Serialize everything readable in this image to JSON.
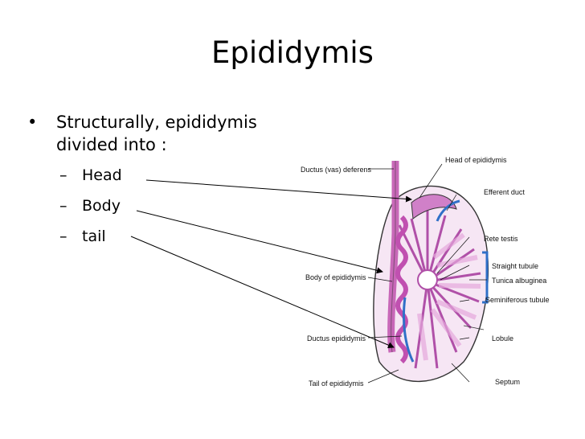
{
  "slide": {
    "title": "Epididymis",
    "bullet": "Structurally, epididymis divided into :",
    "sub_bullets": [
      "Head",
      "Body",
      "tail"
    ]
  },
  "figure": {
    "labels": {
      "ductus_deferens": "Ductus (vas) deferens",
      "head": "Head of epididymis",
      "efferent_duct": "Efferent duct",
      "rete_testis": "Rete testis",
      "straight_tubule": "Straight tubule",
      "tunica_albuginea": "Tunica albuginea",
      "seminiferous_tubule": "Seminiferous tubule",
      "body": "Body of epididymis",
      "ductus_epididymis": "Ductus epididymis",
      "lobule": "Lobule",
      "tail": "Tail of epididymis",
      "septum": "Septum"
    }
  },
  "colors": {
    "tubule": "#c868b8",
    "tubule_light": "#f0c8ec",
    "blue": "#3070c8"
  }
}
